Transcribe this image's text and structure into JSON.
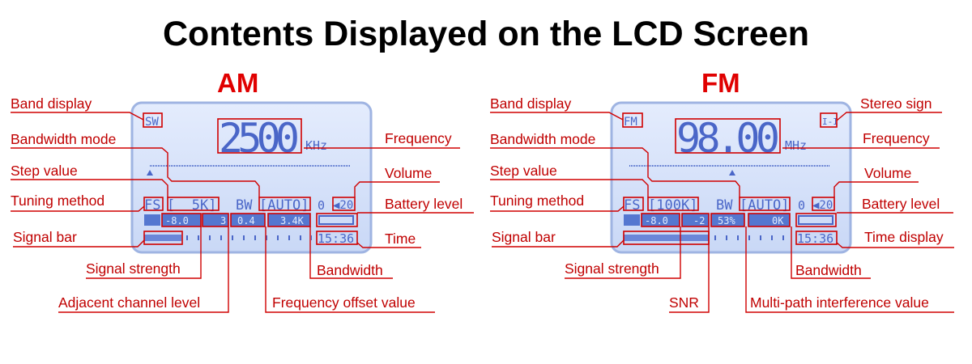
{
  "title": "Contents Displayed on the LCD Screen",
  "am": {
    "heading": "AM",
    "labels": {
      "band": "Band display",
      "bw_mode": "Bandwidth mode",
      "step": "Step value",
      "tuning": "Tuning method",
      "signal_bar": "Signal bar",
      "frequency": "Frequency",
      "volume": "Volume",
      "battery": "Battery level",
      "time": "Time",
      "signal_strength": "Signal strength",
      "bandwidth": "Bandwidth",
      "adjacent": "Adjacent channel level",
      "offset": "Frequency offset value"
    },
    "lcd": {
      "band": "SW",
      "freq": "2500",
      "unit": "KHz",
      "tuning": "FS",
      "step": "[  5K]",
      "bw": "BW",
      "bw_mode": "[AUTO]",
      "zero": "0",
      "volume": "◀20",
      "strength": "-8.0",
      "adjacent": "3",
      "offset": "0.4",
      "bandwidth": "3.4K",
      "time": "15:36"
    }
  },
  "fm": {
    "heading": "FM",
    "labels": {
      "band": "Band display",
      "stereo": "Stereo sign",
      "bw_mode": "Bandwidth mode",
      "step": "Step value",
      "tuning": "Tuning method",
      "signal_bar": "Signal bar",
      "frequency": "Frequency",
      "volume": "Volume",
      "battery": "Battery level",
      "time": "Time display",
      "signal_strength": "Signal strength",
      "bandwidth": "Bandwidth",
      "snr": "SNR",
      "multipath": "Multi-path interference value"
    },
    "lcd": {
      "band": "FM",
      "stereo": "I-I",
      "freq": "98.00",
      "unit": "MHz",
      "tuning": "FS",
      "step": "[100K]",
      "bw": "BW",
      "bw_mode": "[AUTO]",
      "zero": "0",
      "volume": "◀20",
      "strength": "-8.0",
      "snr": "-2",
      "multipath": "53%",
      "bandwidth": "0K",
      "time": "15:36"
    }
  },
  "colors": {
    "label": "#c00000",
    "lcd_bg": "#d6e2fb",
    "lcd_text": "#4a66c8"
  }
}
